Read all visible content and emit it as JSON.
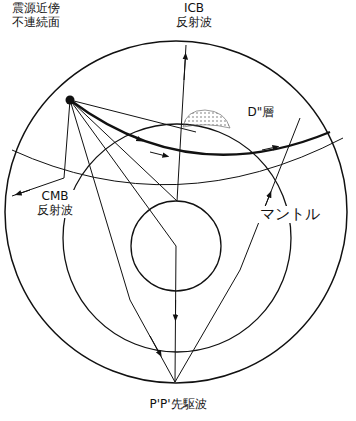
{
  "diagram": {
    "labels": [
      "ICB 反射波",
      "震源近傍 不連続面",
      "D\"層",
      "CMB 反射波",
      "マントル",
      "P'P'先駆波"
    ]
  }
}
